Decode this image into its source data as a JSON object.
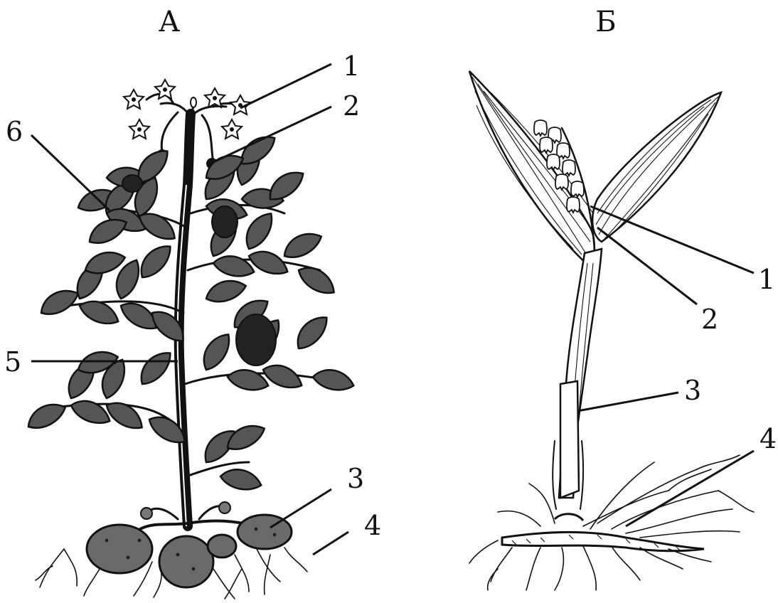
{
  "panels": {
    "potato": {
      "title": "А",
      "labels": [
        "1",
        "2",
        "3",
        "4",
        "5",
        "6"
      ]
    },
    "lily": {
      "title": "Б",
      "labels": [
        "1",
        "2",
        "3",
        "4"
      ]
    }
  },
  "colors": {
    "ink": "#111111",
    "paper": "#ffffff"
  }
}
